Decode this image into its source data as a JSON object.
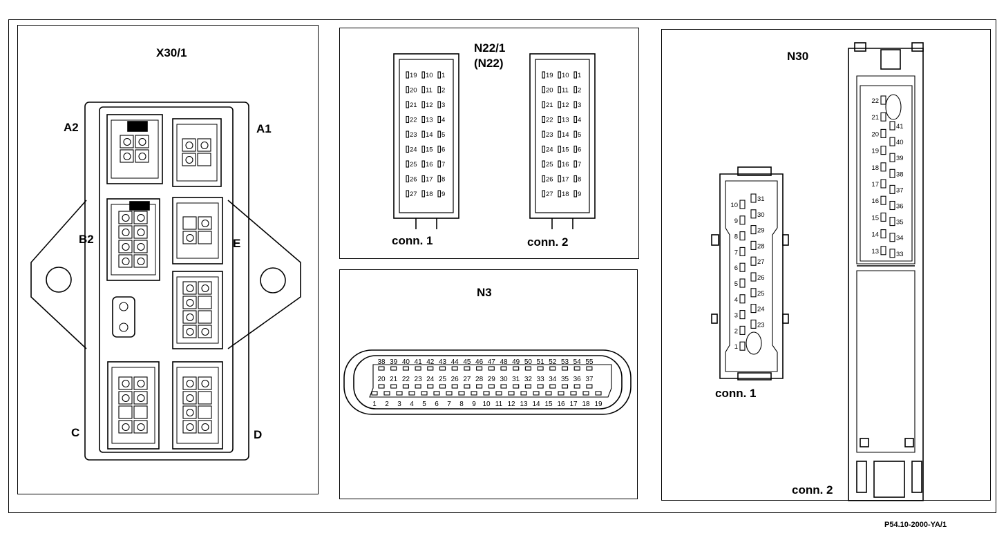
{
  "x30": {
    "title": "X30/1",
    "labels": {
      "a2": "A2",
      "a1": "A1",
      "b2": "B2",
      "e": "E",
      "c": "C",
      "d": "D"
    }
  },
  "n22": {
    "title": "N22/1",
    "subtitle": "(N22)",
    "conn1": "conn. 1",
    "conn2": "conn. 2",
    "rows": [
      [
        "19",
        "10",
        "1"
      ],
      [
        "20",
        "11",
        "2"
      ],
      [
        "21",
        "12",
        "3"
      ],
      [
        "22",
        "13",
        "4"
      ],
      [
        "23",
        "14",
        "5"
      ],
      [
        "24",
        "15",
        "6"
      ],
      [
        "25",
        "16",
        "7"
      ],
      [
        "26",
        "17",
        "8"
      ],
      [
        "27",
        "18",
        "9"
      ]
    ]
  },
  "n3": {
    "title": "N3",
    "row_top": [
      "38",
      "39",
      "40",
      "41",
      "42",
      "43",
      "44",
      "45",
      "46",
      "47",
      "48",
      "49",
      "50",
      "51",
      "52",
      "53",
      "54",
      "55"
    ],
    "row_mid": [
      "20",
      "21",
      "22",
      "23",
      "24",
      "25",
      "26",
      "27",
      "28",
      "29",
      "30",
      "31",
      "32",
      "33",
      "34",
      "35",
      "36",
      "37"
    ],
    "row_bot": [
      "1",
      "2",
      "3",
      "4",
      "5",
      "6",
      "7",
      "8",
      "9",
      "10",
      "11",
      "12",
      "13",
      "14",
      "15",
      "16",
      "17",
      "18",
      "19"
    ]
  },
  "n30": {
    "title": "N30",
    "conn1": "conn. 1",
    "conn2": "conn. 2",
    "c1_left": [
      "10",
      "9",
      "8",
      "7",
      "6",
      "5",
      "4",
      "3",
      "2",
      "1"
    ],
    "c1_right": [
      "31",
      "30",
      "29",
      "28",
      "27",
      "26",
      "25",
      "24",
      "23"
    ],
    "c2_left": [
      "22",
      "21",
      "20",
      "19",
      "18",
      "17",
      "16",
      "15",
      "14",
      "13"
    ],
    "c2_right": [
      "41",
      "40",
      "39",
      "38",
      "37",
      "36",
      "35",
      "34",
      "33"
    ]
  },
  "reference": "P54.10-2000-YA/1"
}
